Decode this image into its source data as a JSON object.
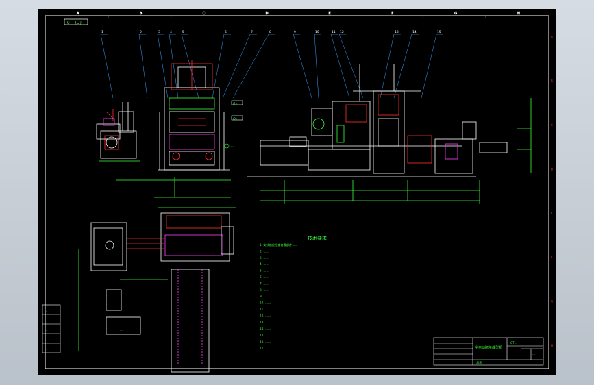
{
  "drawing": {
    "code_box": "QT-(…)",
    "zone_letters": [
      "A",
      "B",
      "C",
      "D",
      "E",
      "F",
      "G",
      "H"
    ],
    "zone_numbers_right": [
      "A",
      "B",
      "C",
      "D",
      "E",
      "F",
      "G",
      "H"
    ],
    "callouts": [
      "1",
      "2",
      "3",
      "4",
      "5",
      "6",
      "7",
      "8",
      "9",
      "10",
      "11",
      "12",
      "13",
      "14",
      "15"
    ],
    "side_labels": [
      "(1)…",
      "(2)…",
      "…"
    ],
    "tech_title": "技术要求",
    "tech_lines": [
      "1. 安装前应检查各零部件……",
      "2. ……",
      "3. ……",
      "4. ……",
      "5. ……",
      "6. ……",
      "7. ……",
      "8. ……",
      "9. ……",
      "10. ……",
      "11. ……",
      "12. ……",
      "13. ……",
      "14. ……",
      "15. ……",
      "16. ……",
      "17. ……"
    ],
    "left_table": [
      "…",
      "…",
      "…",
      "…",
      "…"
    ],
    "title_block": {
      "name": "全自动砌块成型机",
      "code": "QT…",
      "scale": "…",
      "bottom": "总图"
    },
    "hopper_label": "…"
  },
  "colors": {
    "background": "#000000",
    "frame": "#ffffff",
    "geometry": "#ffffff",
    "dimension": "#00ff00",
    "callout": "#3aa0ff",
    "hydraulic": "#ff3030",
    "chain": "#ff40ff",
    "text_green": "#39ff39"
  }
}
